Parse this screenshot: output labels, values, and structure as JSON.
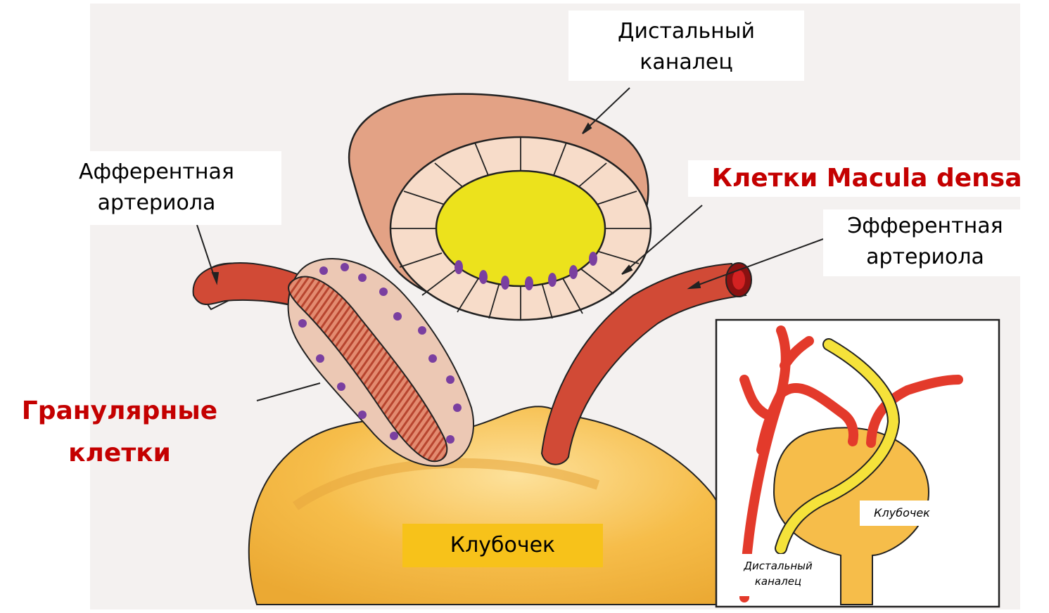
{
  "labels": {
    "distal_tubule": "Дистальный\nканалец",
    "afferent_arteriole": "Афферентная\nартериола",
    "macula_densa": "Клетки Macula densa",
    "efferent_arteriole": "Эфферентная\nартериола",
    "granular_cells": "Гранулярные\nклетки",
    "glomerulus": "Клубочек",
    "inset_glomerulus": "Клубочек",
    "inset_distal_tubule": "Дистальный\nканалец"
  },
  "colors": {
    "highlight_text": "#c40000",
    "glomerulus_fill": "#f6bd4a",
    "glomerulus_label_bg": "#f7c21a",
    "arteriole": "#d14a36",
    "tubule_outer": "#e3a285",
    "tubule_cells": "#f7dcc9",
    "tubule_lumen": "#ece21c",
    "nuclei": "#7a3fa0",
    "inset_tubule": "#f5e23a",
    "inset_vessel": "#e33a2b"
  }
}
